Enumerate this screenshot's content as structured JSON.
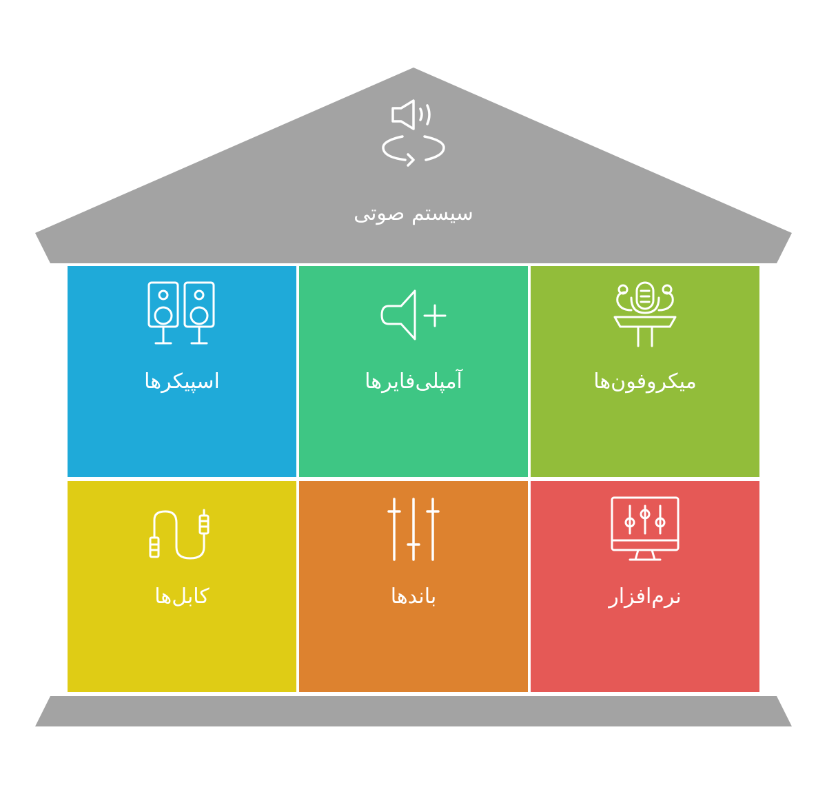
{
  "roof": {
    "title": "سیستم صوتی",
    "icon": "speaker-rotate-icon",
    "color": "#a3a3a3"
  },
  "cells": [
    {
      "label": "اسپیکرها",
      "icon": "speakers-icon",
      "color": "#1faad9"
    },
    {
      "label": "آمپلی‌فایرها",
      "icon": "amplifier-icon",
      "color": "#3ec684"
    },
    {
      "label": "میکروفون‌ها",
      "icon": "microphone-stand-icon",
      "color": "#92bd3a"
    },
    {
      "label": "کابل‌ها",
      "icon": "audio-cable-icon",
      "color": "#dfcc15"
    },
    {
      "label": "باندها",
      "icon": "equalizer-sliders-icon",
      "color": "#dd822f"
    },
    {
      "label": "نرم‌افزار",
      "icon": "monitor-mixer-icon",
      "color": "#e55956"
    }
  ],
  "base": {
    "color": "#a3a3a3"
  }
}
